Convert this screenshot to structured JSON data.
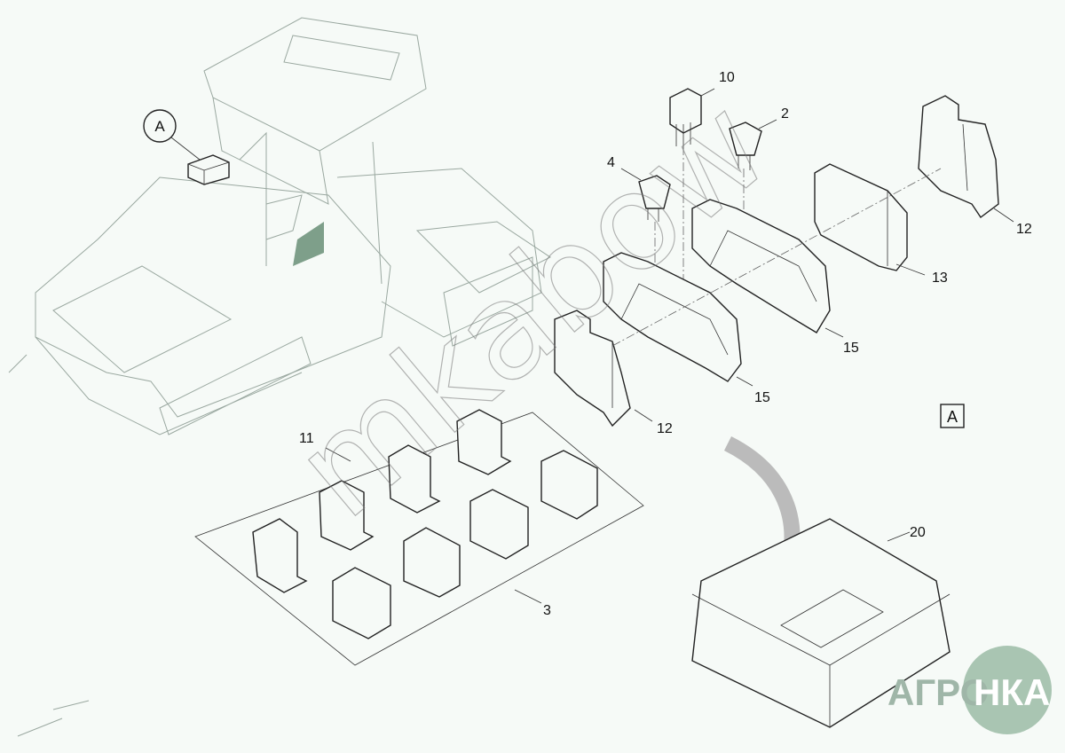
{
  "diagram": {
    "view_label_circle": "A",
    "view_label_box": "A",
    "callouts": {
      "fuse_10": "10",
      "fuse_2": "2",
      "fuse_4": "4",
      "end_cap_right": "12",
      "cover_13": "13",
      "holder_15_upper": "15",
      "holder_15_lower": "15",
      "end_cap_left": "12",
      "relay_11": "11",
      "relay_set_3": "3",
      "box_20": "20"
    }
  },
  "watermark": "mkabow",
  "logo": {
    "left": "АГРО",
    "right": "НКА"
  }
}
